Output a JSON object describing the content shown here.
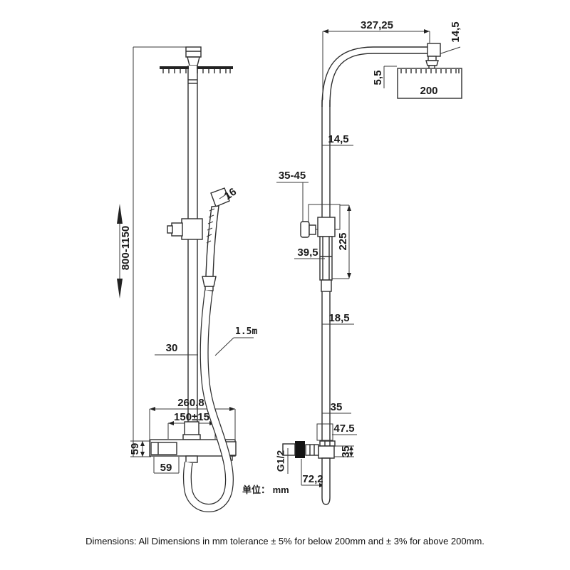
{
  "caption": "Dimensions: All Dimensions in mm tolerance ± 5% for below 200mm and ± 3% for above 200mm.",
  "units_label": "单位： mm",
  "front_view": {
    "dims": {
      "handset_diameter": "16",
      "adjustable_height": "800-1150",
      "pipe_width": "30",
      "hose_length": "1.5m",
      "body_width": "260,8",
      "inlet_centres": "150±15",
      "inlet_height": "59",
      "inlet_width": "59"
    }
  },
  "side_view": {
    "dims": {
      "arm_projection": "327,25",
      "arm_thickness": "14,5",
      "head_offset": "5,5",
      "head_width": "200",
      "pipe_diameter": "14,5",
      "bracket_offset": "35-45",
      "slider_length": "225",
      "bracket_width": "39,5",
      "lower_pipe_diameter": "18,5",
      "connector_width": "35",
      "connector_length": "47.5",
      "valve_depth": "35",
      "outlet_drop": "72,2",
      "thread_size": "G1/2"
    }
  }
}
